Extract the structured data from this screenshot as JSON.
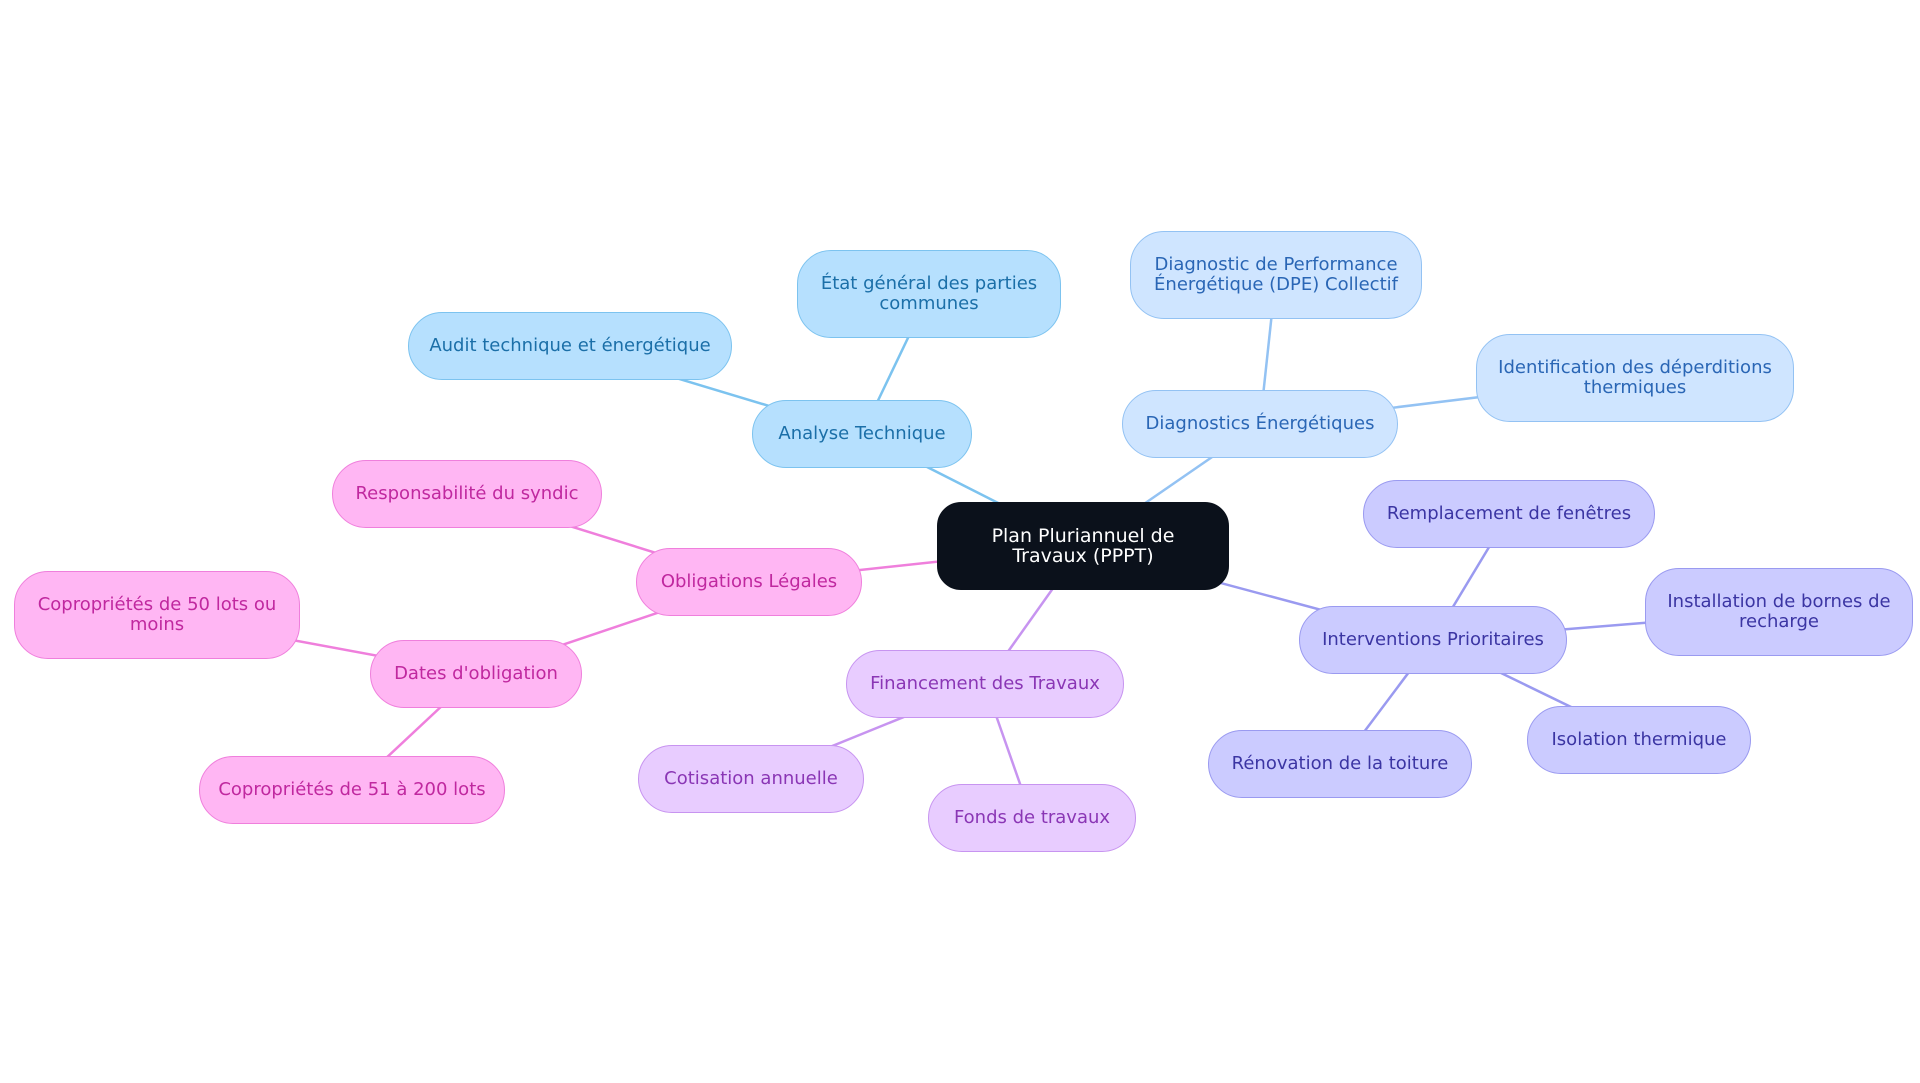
{
  "diagram": {
    "type": "mindmap",
    "root": {
      "id": "root",
      "label": "Plan Pluriannuel de Travaux (PPPT)"
    },
    "branch_colors": {
      "tech": "#7cc3ef",
      "diag": "#93c2f3",
      "int": "#9a9af0",
      "fin": "#c794f0",
      "leg": "#ef7fdc"
    },
    "nodes": [
      {
        "id": "analyse",
        "label": "Analyse Technique",
        "parent": "root",
        "branch": "tech"
      },
      {
        "id": "etat",
        "label": "État général des parties communes",
        "parent": "analyse",
        "branch": "tech"
      },
      {
        "id": "audit",
        "label": "Audit technique et énergétique",
        "parent": "analyse",
        "branch": "tech"
      },
      {
        "id": "diagnostics",
        "label": "Diagnostics Énergétiques",
        "parent": "root",
        "branch": "diag"
      },
      {
        "id": "dpe",
        "label": "Diagnostic de Performance Énergétique (DPE) Collectif",
        "parent": "diagnostics",
        "branch": "diag"
      },
      {
        "id": "deperditions",
        "label": "Identification des déperditions thermiques",
        "parent": "diagnostics",
        "branch": "diag"
      },
      {
        "id": "interventions",
        "label": "Interventions Prioritaires",
        "parent": "root",
        "branch": "int"
      },
      {
        "id": "fenetres",
        "label": "Remplacement de fenêtres",
        "parent": "interventions",
        "branch": "int"
      },
      {
        "id": "bornes",
        "label": "Installation de bornes de recharge",
        "parent": "interventions",
        "branch": "int"
      },
      {
        "id": "isolation",
        "label": "Isolation thermique",
        "parent": "interventions",
        "branch": "int"
      },
      {
        "id": "toiture",
        "label": "Rénovation de la toiture",
        "parent": "interventions",
        "branch": "int"
      },
      {
        "id": "financement",
        "label": "Financement des Travaux",
        "parent": "root",
        "branch": "fin"
      },
      {
        "id": "cotisation",
        "label": "Cotisation annuelle",
        "parent": "financement",
        "branch": "fin"
      },
      {
        "id": "fonds",
        "label": "Fonds de travaux",
        "parent": "financement",
        "branch": "fin"
      },
      {
        "id": "obligations",
        "label": "Obligations Légales",
        "parent": "root",
        "branch": "leg"
      },
      {
        "id": "syndic",
        "label": "Responsabilité du syndic",
        "parent": "obligations",
        "branch": "leg"
      },
      {
        "id": "dates",
        "label": "Dates d'obligation",
        "parent": "obligations",
        "branch": "leg"
      },
      {
        "id": "lots50",
        "label": "Copropriétés de 50 lots ou moins",
        "parent": "dates",
        "branch": "leg"
      },
      {
        "id": "lots200",
        "label": "Copropriétés de 51 à 200 lots",
        "parent": "dates",
        "branch": "leg"
      }
    ]
  }
}
